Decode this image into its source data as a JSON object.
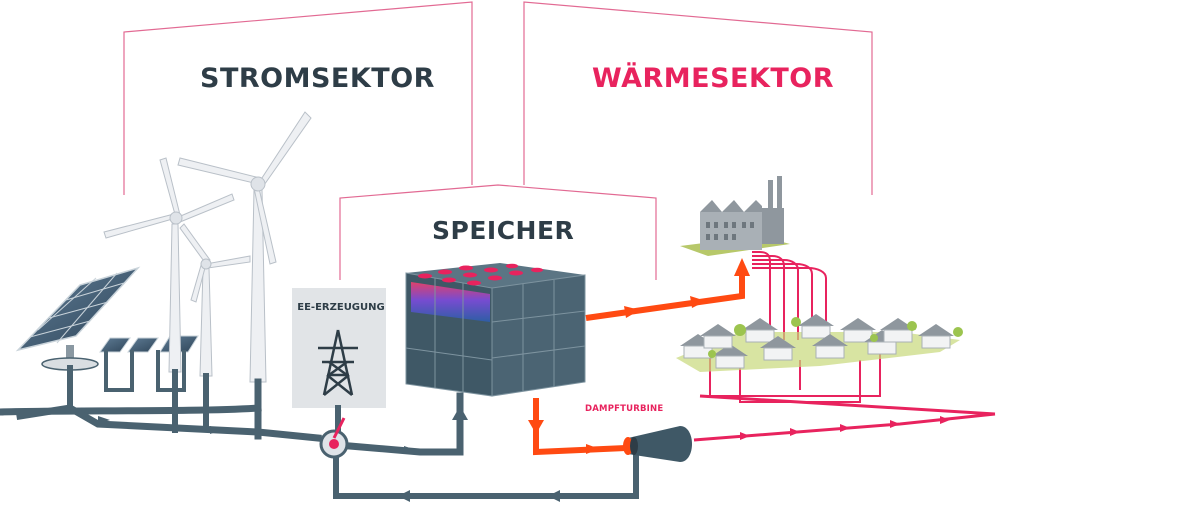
{
  "labels": {
    "strom": "STROMSEKTOR",
    "waerme": "WÄRMESEKTOR",
    "speicher": "SPEICHER",
    "ee": "EE-ERZEUGUNG",
    "dampf": "DAMPFTURBINE"
  },
  "colors": {
    "dark_pipe": "#4a6270",
    "heat_orange": "#ff4a12",
    "heat_pink": "#e8235e",
    "frame_pink": "#e26a93",
    "storage_body": "#3f5866",
    "building_grey": "#a9b0b6",
    "label_dark": "#2e3d47"
  }
}
